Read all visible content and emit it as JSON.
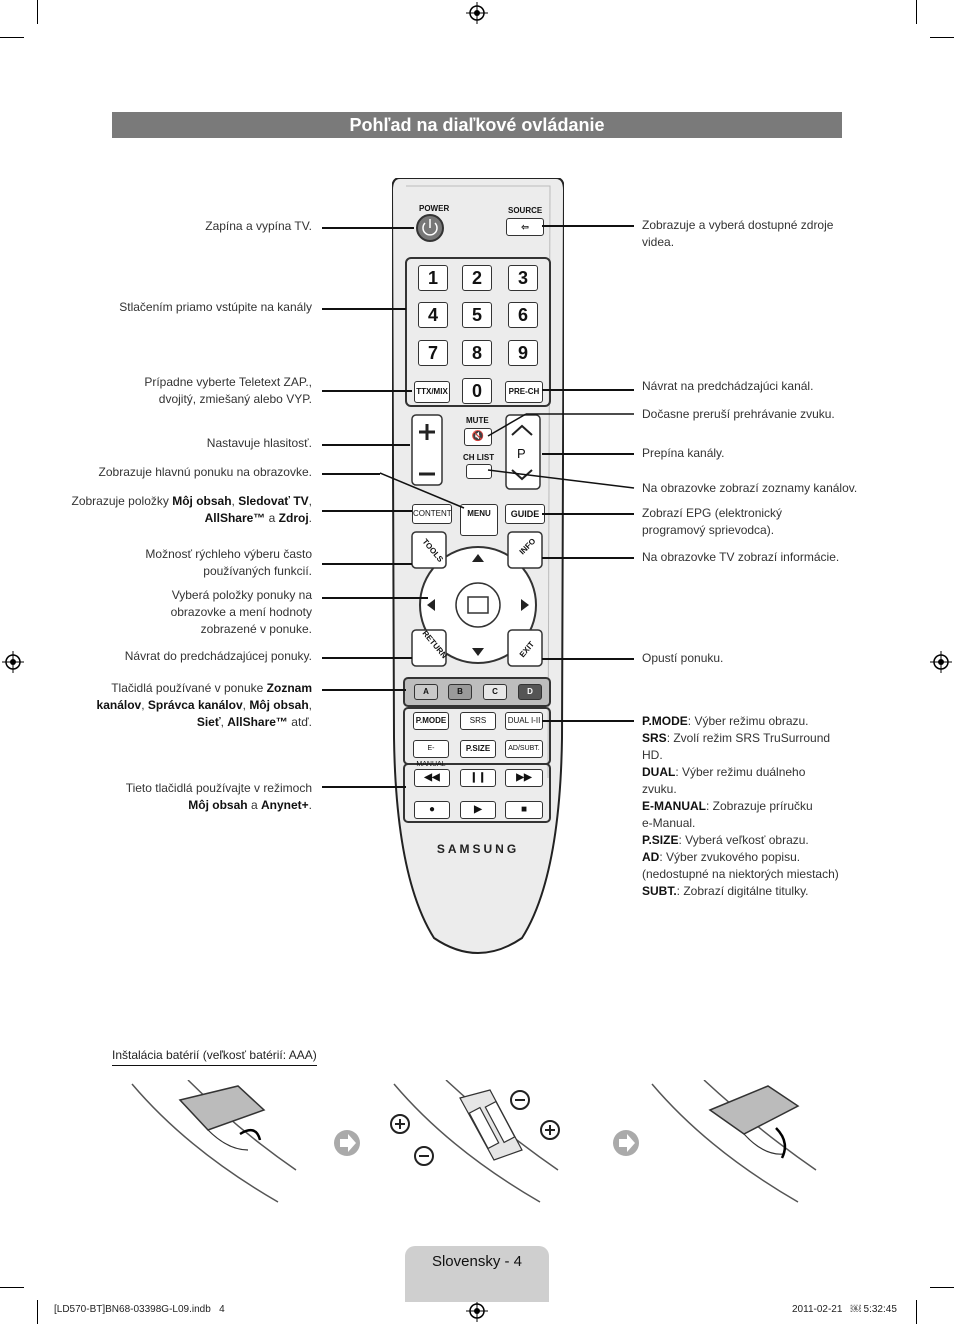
{
  "title": "Pohľad na diaľkové ovládanie",
  "left_callouts": {
    "power": "Zapína a vypína TV.",
    "numbers": "Stlačením priamo vstúpite na kanály",
    "ttx_1": "Prípadne vyberte Teletext ZAP.,",
    "ttx_2": "dvojitý, zmiešaný alebo VYP.",
    "volume": "Nastavuje hlasitosť.",
    "menu": "Zobrazuje hlavnú ponuku na obrazovke.",
    "content_1_a": "Zobrazuje položky ",
    "content_1_b": "Môj obsah",
    "content_1_c": ", ",
    "content_1_d": "Sledovať TV",
    "content_1_e": ",",
    "content_2_a": "AllShare™",
    "content_2_b": " a ",
    "content_2_c": "Zdroj",
    "content_2_d": ".",
    "tools_1": "Možnosť rýchleho výberu často",
    "tools_2": "používaných funkcií.",
    "nav_1": "Vyberá položky ponuky na",
    "nav_2": "obrazovke a mení hodnoty",
    "nav_3": "zobrazené v ponuke.",
    "return": "Návrat do predchádzajúcej ponuky.",
    "color_1_a": "Tlačidlá používané v ponuke ",
    "color_1_b": "Zoznam",
    "color_2_a": "kanálov",
    "color_2_b": ", ",
    "color_2_c": "Správca kanálov",
    "color_2_d": ", ",
    "color_2_e": "Môj obsah",
    "color_2_f": ",",
    "color_3_a": "Sieť",
    "color_3_b": ", ",
    "color_3_c": "AllShare™",
    "color_3_d": " atď.",
    "media_1": "Tieto tlačidlá používajte v režimoch",
    "media_2_a": "Môj obsah",
    "media_2_b": " a ",
    "media_2_c": "Anynet+",
    "media_2_d": "."
  },
  "right_callouts": {
    "source_1": "Zobrazuje a vyberá dostupné zdroje",
    "source_2": "videa.",
    "prech": "Návrat na predchádzajúci kanál.",
    "mute": "Dočasne preruší prehrávanie zvuku.",
    "channel": "Prepína kanály.",
    "chlist": "Na obrazovke zobrazí zoznamy kanálov.",
    "guide_1": "Zobrazí EPG (elektronický",
    "guide_2": "programový sprievodca).",
    "info": "Na obrazovke TV zobrazí informácie.",
    "exit": "Opustí ponuku.",
    "pmode_b": "P.MODE",
    "pmode_t": ": Výber režimu obrazu.",
    "srs_b": "SRS",
    "srs_t": ": Zvolí režim SRS TruSurround",
    "srs_t2": "HD.",
    "dual_b": "DUAL",
    "dual_t": ": Výber režimu duálneho",
    "dual_t2": "zvuku.",
    "emanual_b": "E-MANUAL",
    "emanual_t": ": Zobrazuje príručku",
    "emanual_t2": "e-Manual.",
    "psize_b": "P.SIZE",
    "psize_t": ": Vyberá veľkosť obrazu.",
    "ad_b": "AD",
    "ad_t": ": Výber zvukového popisu.",
    "ad_t2": "(nedostupné na niektorých miestach)",
    "subt_b": "SUBT.",
    "subt_t": ": Zobrazí digitálne titulky."
  },
  "remote": {
    "power": "POWER",
    "source": "SOURCE",
    "numbers": [
      "1",
      "2",
      "3",
      "4",
      "5",
      "6",
      "7",
      "8",
      "9"
    ],
    "ttx": "TTX/MIX",
    "zero": "0",
    "prech": "PRE-CH",
    "mute": "MUTE",
    "chlist": "CH LIST",
    "p": "P",
    "content": "CONTENT",
    "menu": "MENU",
    "guide": "GUIDE",
    "tools": "TOOLS",
    "info": "INFO",
    "return": "RETURN",
    "exit": "EXIT",
    "colors": [
      "A",
      "B",
      "C",
      "D"
    ],
    "color_hex": [
      "#b04040",
      "#8aaa3a",
      "#e0c020",
      "#3a6fb0"
    ],
    "func_row1": [
      "P.MODE",
      "SRS",
      "DUAL I-II"
    ],
    "func_row2": [
      "E-MANUAL",
      "P.SIZE",
      "AD/SUBT."
    ],
    "brand": "SAMSUNG"
  },
  "battery_caption": "Inštalácia batérií (veľkosť batérií: AAA)",
  "footer": {
    "page_label": "Slovensky - 4",
    "file": "[LD570-BT]BN68-03398G-L09.indb   4",
    "datetime": "2011-02-21   ￼ 5:32:45"
  }
}
